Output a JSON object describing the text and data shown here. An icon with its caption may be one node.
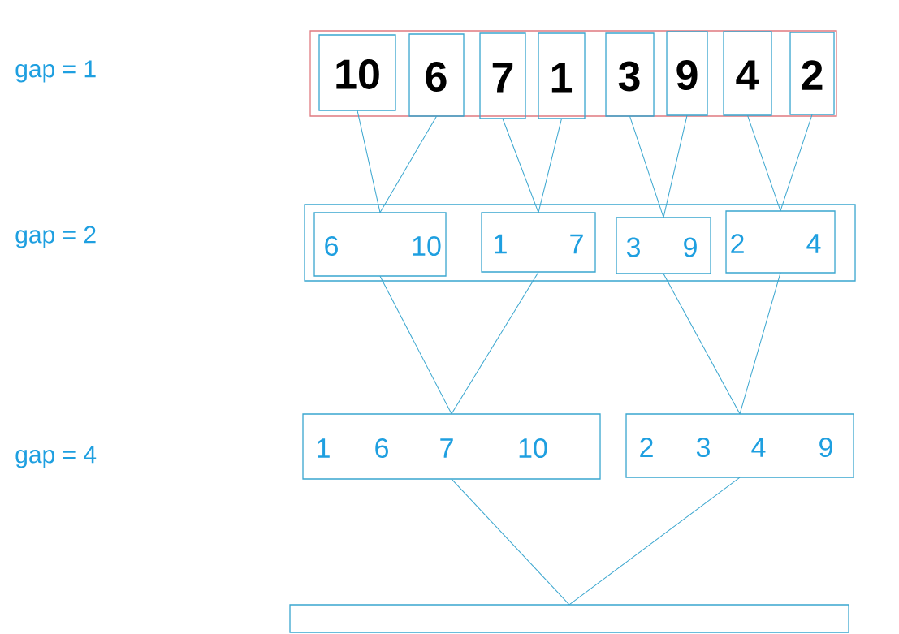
{
  "diagram": {
    "nodes": [
      {
        "text": [],
        "shape": "box"
      },
      {
        "text": [
          "10"
        ],
        "in": 0
      },
      {
        "text": [
          "6"
        ],
        "in": 0
      },
      {
        "text": [
          "7"
        ],
        "in": 0
      },
      {
        "text": [
          "1"
        ],
        "in": 0
      },
      {
        "text": [
          "3"
        ],
        "in": 0
      },
      {
        "text": [
          "9"
        ],
        "in": 0
      },
      {
        "text": [
          "4"
        ],
        "in": 0
      },
      {
        "text": [
          "2"
        ],
        "in": 0
      },
      {
        "text": [],
        "shape": "box"
      },
      {
        "text": [
          "6",
          "10"
        ],
        "in": 9
      },
      {
        "text": [
          "1",
          "7"
        ],
        "in": 9
      },
      {
        "text": [
          "3",
          "9"
        ],
        "in": 9
      },
      {
        "text": [
          "2",
          "4"
        ],
        "in": 9
      },
      {
        "text": [
          "1",
          "6",
          "7",
          "10"
        ]
      },
      {
        "text": [
          "2",
          "3",
          "4",
          "9"
        ]
      },
      {
        "text": [],
        "shape": "box"
      }
    ],
    "edges": [
      {
        "from": 1,
        "to": 10,
        "arrow": "none"
      },
      {
        "from": 2,
        "to": 10,
        "arrow": "none"
      },
      {
        "from": 3,
        "to": 11,
        "arrow": "none"
      },
      {
        "from": 4,
        "to": 11,
        "arrow": "none"
      },
      {
        "from": 5,
        "to": 12,
        "arrow": "none"
      },
      {
        "from": 6,
        "to": 12,
        "arrow": "none"
      },
      {
        "from": 7,
        "to": 13,
        "arrow": "none"
      },
      {
        "from": 8,
        "to": 13,
        "arrow": "none"
      },
      {
        "from": 10,
        "to": 14,
        "arrow": "none"
      },
      {
        "from": 11,
        "to": 14,
        "arrow": "none"
      },
      {
        "from": 12,
        "to": 15,
        "arrow": "none"
      },
      {
        "from": 13,
        "to": 15,
        "arrow": "none"
      },
      {
        "from": 14,
        "to": 16,
        "arrow": "none"
      },
      {
        "from": 15,
        "to": 16,
        "arrow": "none"
      }
    ],
    "labels": [
      "gap = 1",
      "gap = 2",
      "gap = 4"
    ]
  }
}
